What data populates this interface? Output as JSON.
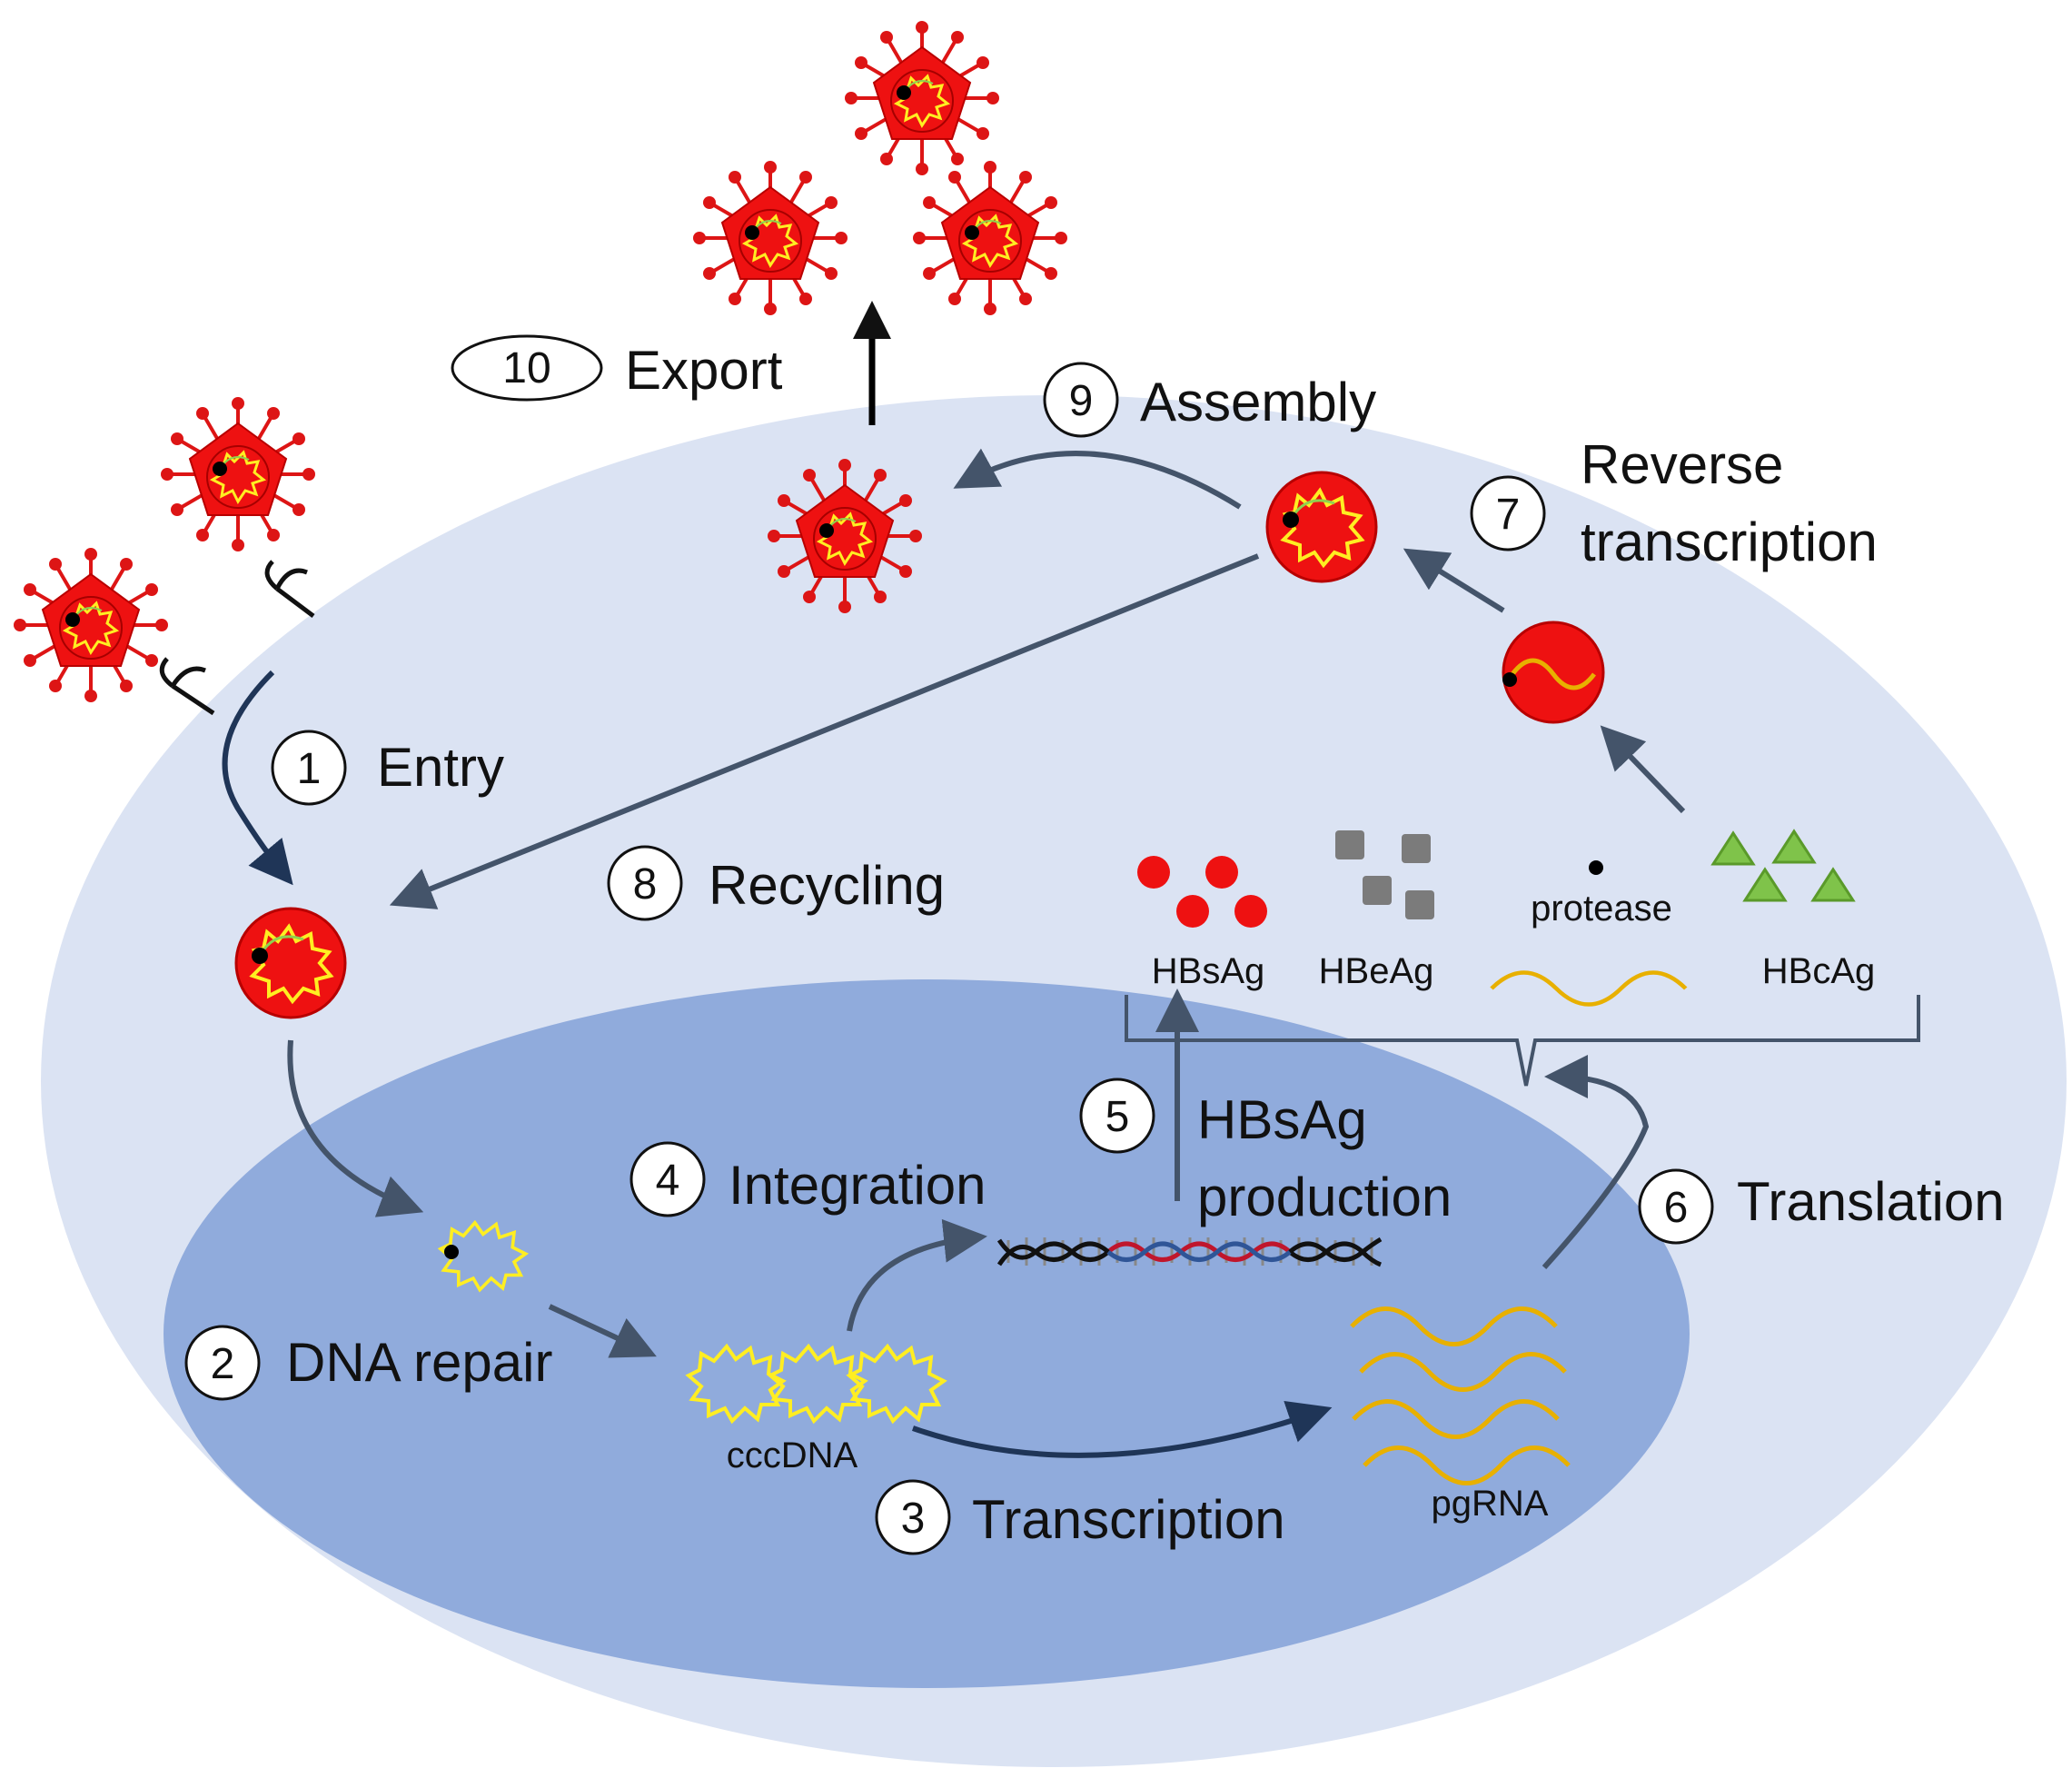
{
  "colors": {
    "cell": "#dbe3f3",
    "nucleus": "#90abdc",
    "virus": "#ee1111",
    "spike": "#dd1515",
    "dna": "#ffee22",
    "rna": "#e8b000",
    "arrow": "#44546a",
    "hbeag": "#7b7b7b",
    "hbcag": "#7fc34a"
  },
  "steps": {
    "s1": {
      "num": "1",
      "label": "Entry"
    },
    "s2": {
      "num": "2",
      "label": "DNA repair"
    },
    "s3": {
      "num": "3",
      "label": "Transcription"
    },
    "s4": {
      "num": "4",
      "label": "Integration"
    },
    "s5": {
      "num": "5",
      "label_line1": "HBsAg",
      "label_line2": "production"
    },
    "s6": {
      "num": "6",
      "label": "Translation"
    },
    "s7": {
      "num": "7",
      "label_line1": "Reverse",
      "label_line2": "transcription"
    },
    "s8": {
      "num": "8",
      "label": "Recycling"
    },
    "s9": {
      "num": "9",
      "label": "Assembly"
    },
    "s10": {
      "num": "10",
      "label": "Export"
    }
  },
  "molecules": {
    "cccdna": "cccDNA",
    "pgrna": "pgRNA",
    "hbsag": "HBsAg",
    "hbeag": "HBeAg",
    "protease": "protease",
    "hbcag": "HBcAg"
  }
}
